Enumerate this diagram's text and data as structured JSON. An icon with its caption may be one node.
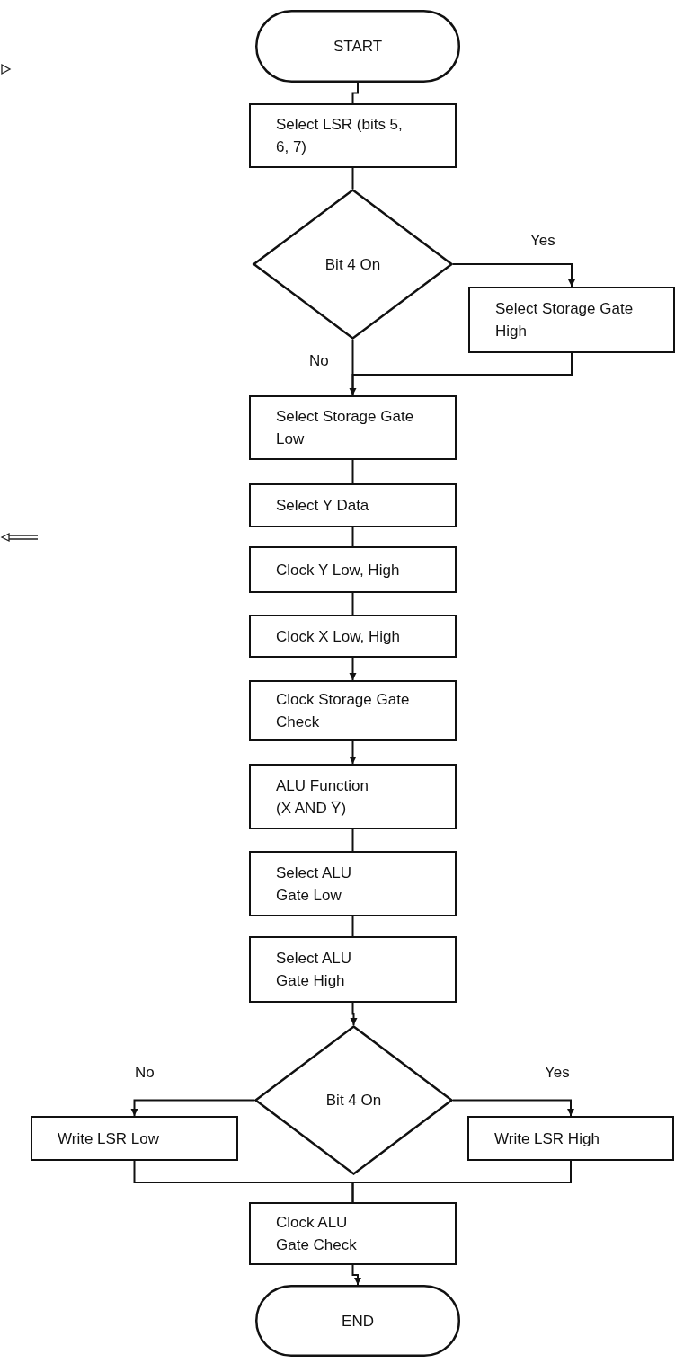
{
  "diagram": {
    "nodes": [
      {
        "text": [
          "START"
        ]
      },
      {
        "text": [
          "Select LSR (bits 5, 6, 7)"
        ]
      },
      {
        "text": [
          "Bit 4 On"
        ]
      },
      {
        "text": [
          "Select Storage Gate High"
        ]
      },
      {
        "text": [
          "Select Storage Gate Low"
        ]
      },
      {
        "text": [
          "Select Y Data"
        ]
      },
      {
        "text": [
          "Clock Y Low, High"
        ]
      },
      {
        "text": [
          "Clock X Low, High"
        ]
      },
      {
        "text": [
          "Clock Storage Gate Check"
        ]
      },
      {
        "text": [
          "ALU Function (X AND Y̅)"
        ]
      },
      {
        "text": [
          "Select ALU Gate Low"
        ]
      },
      {
        "text": [
          "Select ALU Gate High"
        ]
      },
      {
        "text": [
          "Bit 4 On"
        ]
      },
      {
        "text": [
          "Write LSR Low"
        ]
      },
      {
        "text": [
          "Write LSR High"
        ]
      },
      {
        "text": [
          "Clock ALU Gate Check"
        ]
      },
      {
        "text": [
          "END"
        ]
      }
    ],
    "edges": [
      {
        "from": 0,
        "to": 1,
        "arrow": "none"
      },
      {
        "from": 1,
        "to": 2,
        "arrow": "none"
      },
      {
        "from": 2,
        "to": 3,
        "arrow": "to",
        "label": "Yes"
      },
      {
        "from": 2,
        "to": 4,
        "arrow": "none",
        "label": "No"
      },
      {
        "from": 3,
        "to": 4,
        "arrow": "to"
      },
      {
        "from": 4,
        "to": 5,
        "arrow": "none"
      },
      {
        "from": 5,
        "to": 6,
        "arrow": "none"
      },
      {
        "from": 6,
        "to": 7,
        "arrow": "none"
      },
      {
        "from": 7,
        "to": 8,
        "arrow": "to"
      },
      {
        "from": 8,
        "to": 9,
        "arrow": "to"
      },
      {
        "from": 9,
        "to": 10,
        "arrow": "none"
      },
      {
        "from": 10,
        "to": 11,
        "arrow": "none"
      },
      {
        "from": 11,
        "to": 12,
        "arrow": "to"
      },
      {
        "from": 12,
        "to": 13,
        "arrow": "to",
        "label": "No"
      },
      {
        "from": 12,
        "to": 14,
        "arrow": "to",
        "label": "Yes"
      },
      {
        "from": 13,
        "to": 15,
        "arrow": "none"
      },
      {
        "from": 14,
        "to": 15,
        "arrow": "none"
      },
      {
        "from": 15,
        "to": 16,
        "arrow": "to"
      }
    ]
  }
}
